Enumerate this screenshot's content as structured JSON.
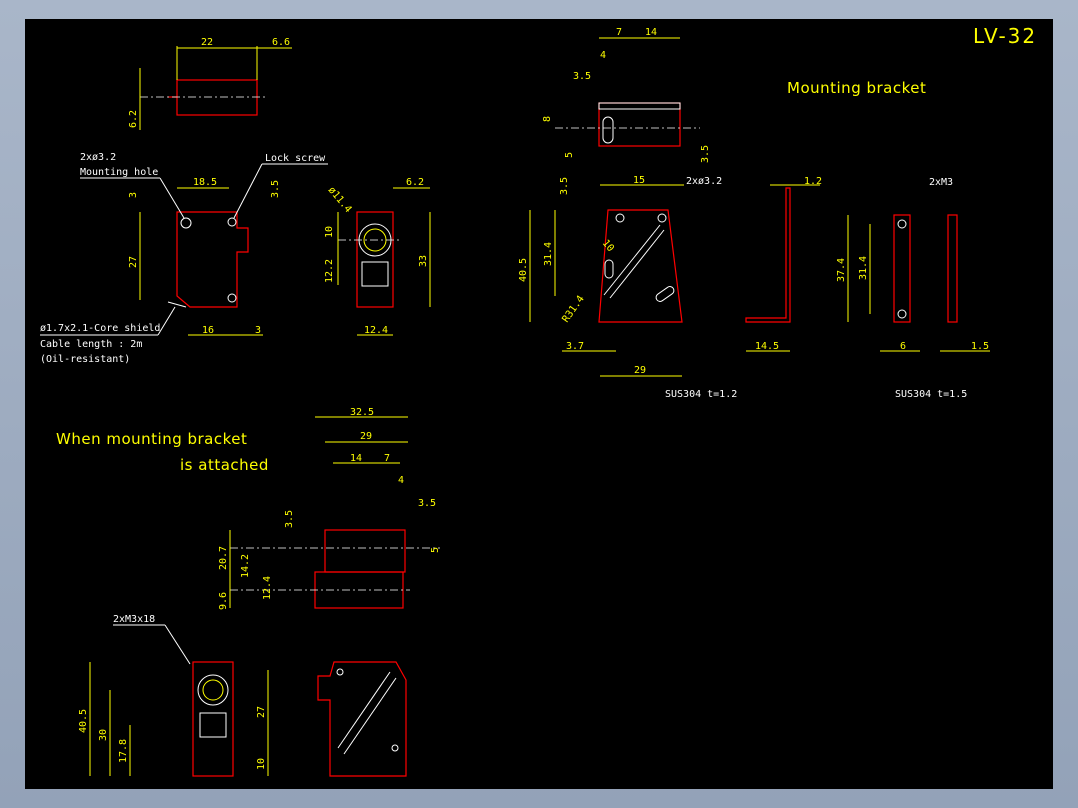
{
  "drawing": {
    "title": "LV-32",
    "labels": {
      "mounting_bracket": "Mounting bracket",
      "when_line1": "When mounting bracket",
      "when_line2": "is attached",
      "mounting_hole_a": "2xø3.2",
      "mounting_hole_b": "Mounting hole",
      "lock_screw": "Lock screw",
      "cable_1": "ø1.7x2.1-Core shield",
      "cable_2": "Cable length : 2m",
      "cable_3": "(Oil-resistant)",
      "bracket_holes": "2xø3.2",
      "m3": "2xM3",
      "m3x18": "2xM3x18",
      "mat_a": "SUS304  t=1.2",
      "mat_b": "SUS304  t=1.5",
      "radius": "R31.4"
    },
    "dims": {
      "top_w": "22",
      "top_66": "6.6",
      "top_62": "6.2",
      "s_185": "18.5",
      "s_3a": "3",
      "s_35": "3.5",
      "s_27": "27",
      "s_16": "16",
      "s_3b": "3",
      "e_62": "6.2",
      "e_114": "ø11.4",
      "e_10": "10",
      "e_122": "12.2",
      "e_33": "33",
      "e_124": "12.4",
      "bt_7": "7",
      "bt_14": "14",
      "bt_4": "4",
      "bt_35": "3.5",
      "bt_8": "8",
      "bt_5": "5",
      "bt_35b": "3.5",
      "bf_35": "3.5",
      "bf_15": "15",
      "bf_405": "40.5",
      "bf_314": "31.4",
      "bf_10": "10",
      "bf_37": "3.7",
      "bf_29": "29",
      "bs_12": "1.2",
      "bs_145": "14.5",
      "br_374": "37.4",
      "br_314": "31.4",
      "br_6": "6",
      "br_15": "1.5",
      "a_325": "32.5",
      "a_29": "29",
      "a_14": "14",
      "a_7": "7",
      "a_4": "4",
      "a_35": "3.5",
      "a_35b": "3.5",
      "a_5": "5",
      "a_207": "20.7",
      "a_142": "14.2",
      "a_124": "12.4",
      "a_96": "9.6",
      "f_405": "40.5",
      "f_30": "30",
      "f_178": "17.8",
      "f_27": "27",
      "f_10": "10"
    }
  }
}
